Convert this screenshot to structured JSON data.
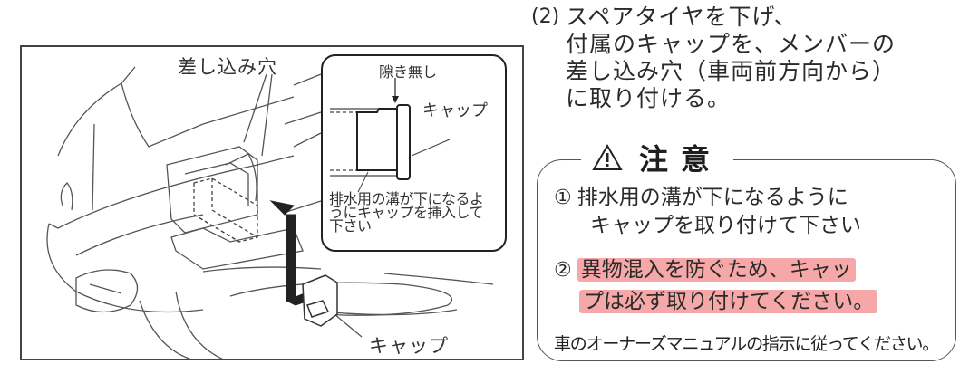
{
  "illustration": {
    "label_insertion_hole": "差し込み穴",
    "label_cap": "キャップ",
    "inset": {
      "label_no_gap": "隙き無し",
      "label_cap": "キャップ",
      "note_lines": [
        "排水用の溝が下になるよ",
        "うにキャップを挿入して",
        "下さい"
      ]
    }
  },
  "step": {
    "number": "(2)",
    "lines": [
      "スペアタイヤを下げ、",
      "付属のキャップを、メンバーの",
      "差し込み穴（車両前方向から）",
      "に取り付ける。"
    ]
  },
  "caution": {
    "icon": "warning-triangle-icon",
    "title": "注意",
    "items": [
      {
        "marker": "①",
        "lines": [
          "排水用の溝が下になるように",
          "キャップを取り付けて下さい"
        ]
      },
      {
        "marker": "②",
        "lines": [
          "異物混入を防ぐため、キャッ",
          "プは必ず取り付けてください。"
        ],
        "highlight_color": "#f6a8a8"
      }
    ],
    "footer": "車のオーナーズマニュアルの指示に従ってください。"
  }
}
